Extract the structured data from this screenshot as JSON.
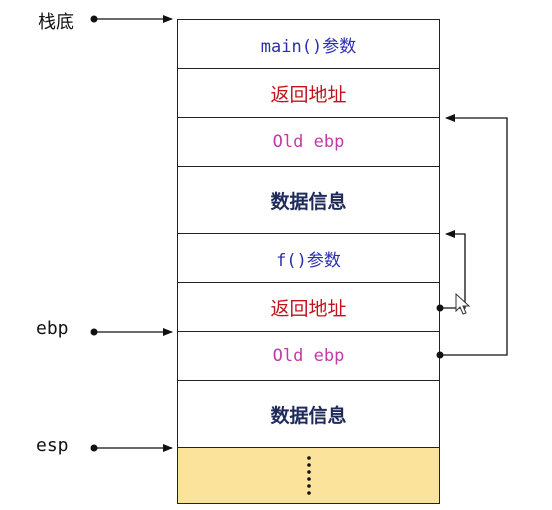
{
  "labels": {
    "stack_bottom": "栈底",
    "ebp": "ebp",
    "esp": "esp"
  },
  "cells": {
    "main_params": "main()参数",
    "ret_addr_1": "返回地址",
    "old_ebp_1": "Old ebp",
    "data_info_1": "数据信息",
    "f_params": "f()参数",
    "ret_addr_2": "返回地址",
    "old_ebp_2": "Old ebp",
    "data_info_2": "数据信息"
  },
  "colors": {
    "blue_text": "#2a2fb0",
    "red_text": "#c0141c",
    "pink_text": "#c23aa8",
    "navy_text": "#1e2a5a",
    "filler": "#fbe39c"
  }
}
